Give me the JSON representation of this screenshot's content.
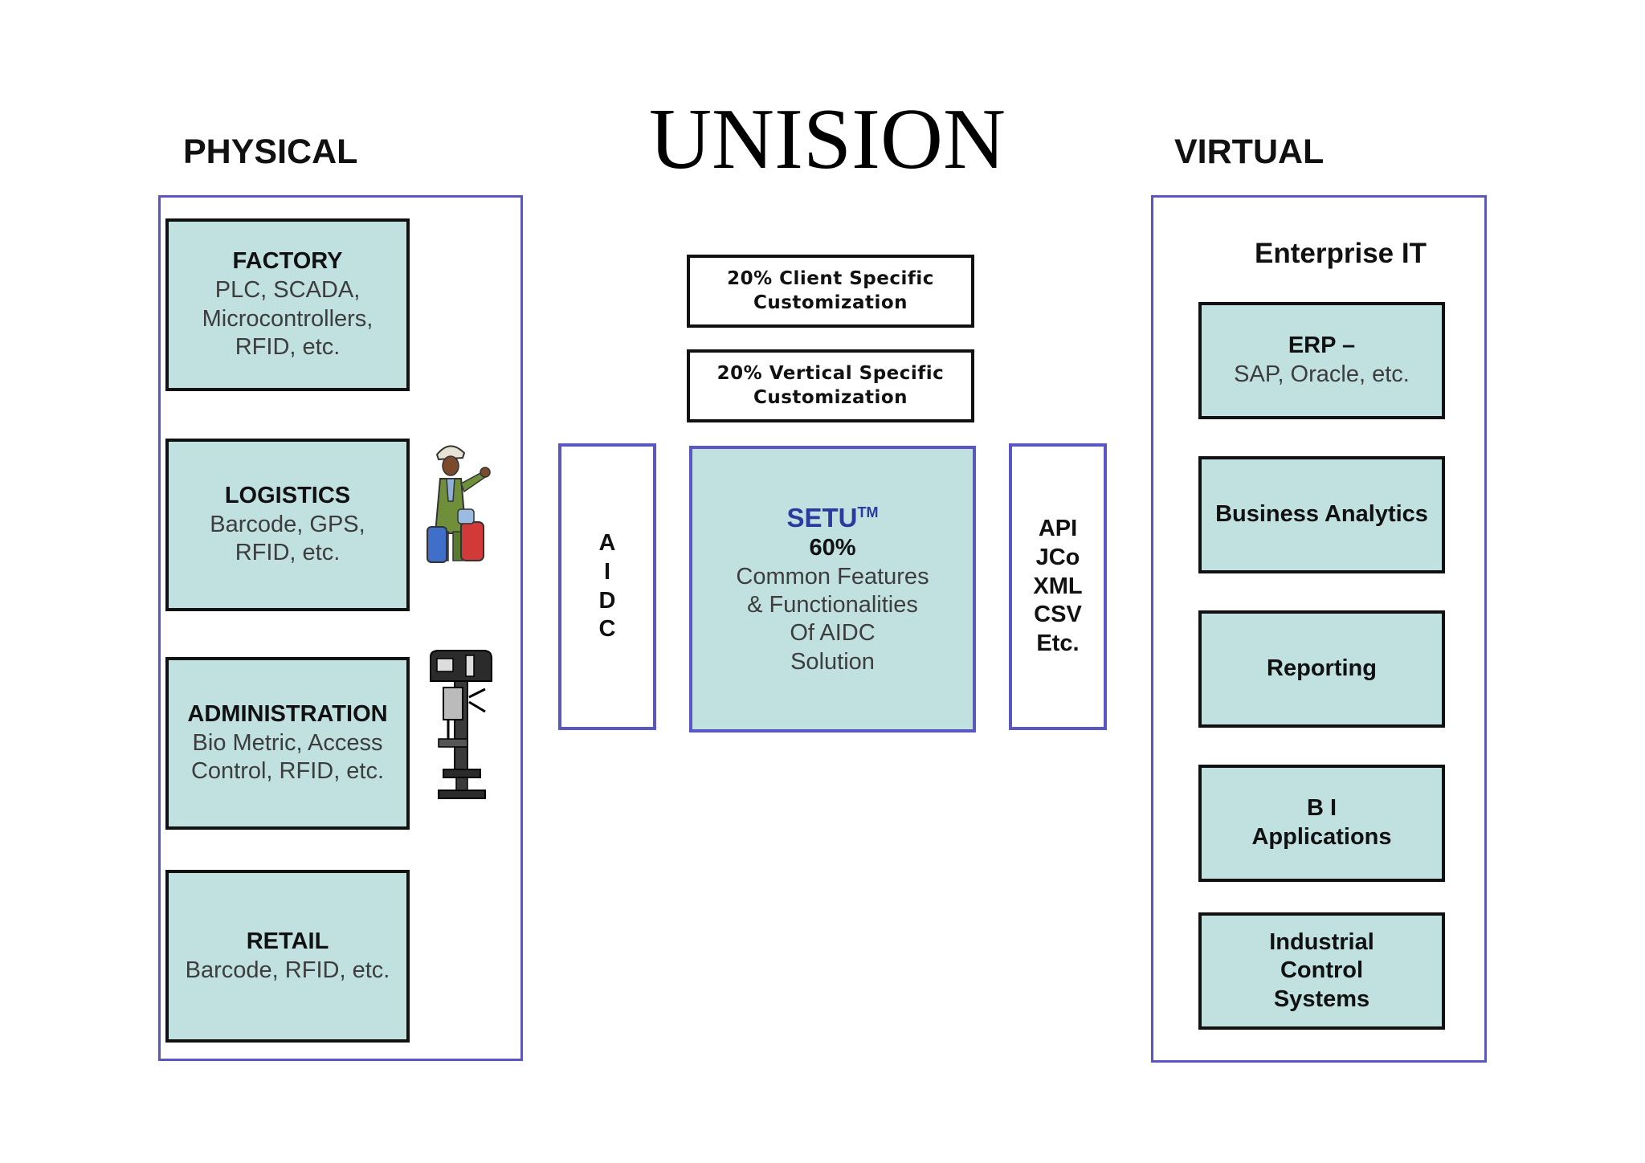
{
  "title": "UNISION",
  "physical": {
    "label": "PHYSICAL",
    "tiles": [
      {
        "head": "FACTORY",
        "lines": [
          "PLC, SCADA,",
          "Microcontrollers,",
          "RFID, etc."
        ]
      },
      {
        "head": "LOGISTICS",
        "lines": [
          "Barcode, GPS,",
          "RFID, etc."
        ]
      },
      {
        "head": "ADMINISTRATION",
        "lines": [
          "Bio Metric, Access",
          "Control, RFID, etc."
        ]
      },
      {
        "head": "RETAIL",
        "lines": [
          "Barcode, RFID, etc."
        ]
      }
    ]
  },
  "center": {
    "custom_boxes": [
      {
        "line1": "20% Client Specific",
        "line2": "Customization"
      },
      {
        "line1": "20% Vertical Specific",
        "line2": "Customization"
      }
    ],
    "aidc_letters": [
      "A",
      "I",
      "D",
      "C"
    ],
    "setu": {
      "brand": "SETU",
      "trademark": "TM",
      "percent": "60%",
      "lines": [
        "Common Features",
        "& Functionalities",
        "Of AIDC",
        "Solution"
      ]
    },
    "api_lines": [
      "API",
      "JCo",
      "XML",
      "CSV",
      "Etc."
    ]
  },
  "virtual": {
    "label": "VIRTUAL",
    "heading": "Enterprise IT",
    "erp": {
      "head": "ERP –",
      "sub": "SAP, Oracle, etc."
    },
    "business_analytics": "Business Analytics",
    "reporting": "Reporting",
    "bi": {
      "line1": "B I",
      "line2": "Applications"
    },
    "ics": {
      "line1": "Industrial",
      "line2": "Control",
      "line3": "Systems"
    }
  },
  "icons": [
    "worker-with-bags-icon",
    "drill-press-icon"
  ],
  "colors": {
    "tile_fill": "#c1e1e1",
    "frame_border": "#5a56c4",
    "setu_brand": "#2b3a9e",
    "tile_border": "#111111"
  }
}
